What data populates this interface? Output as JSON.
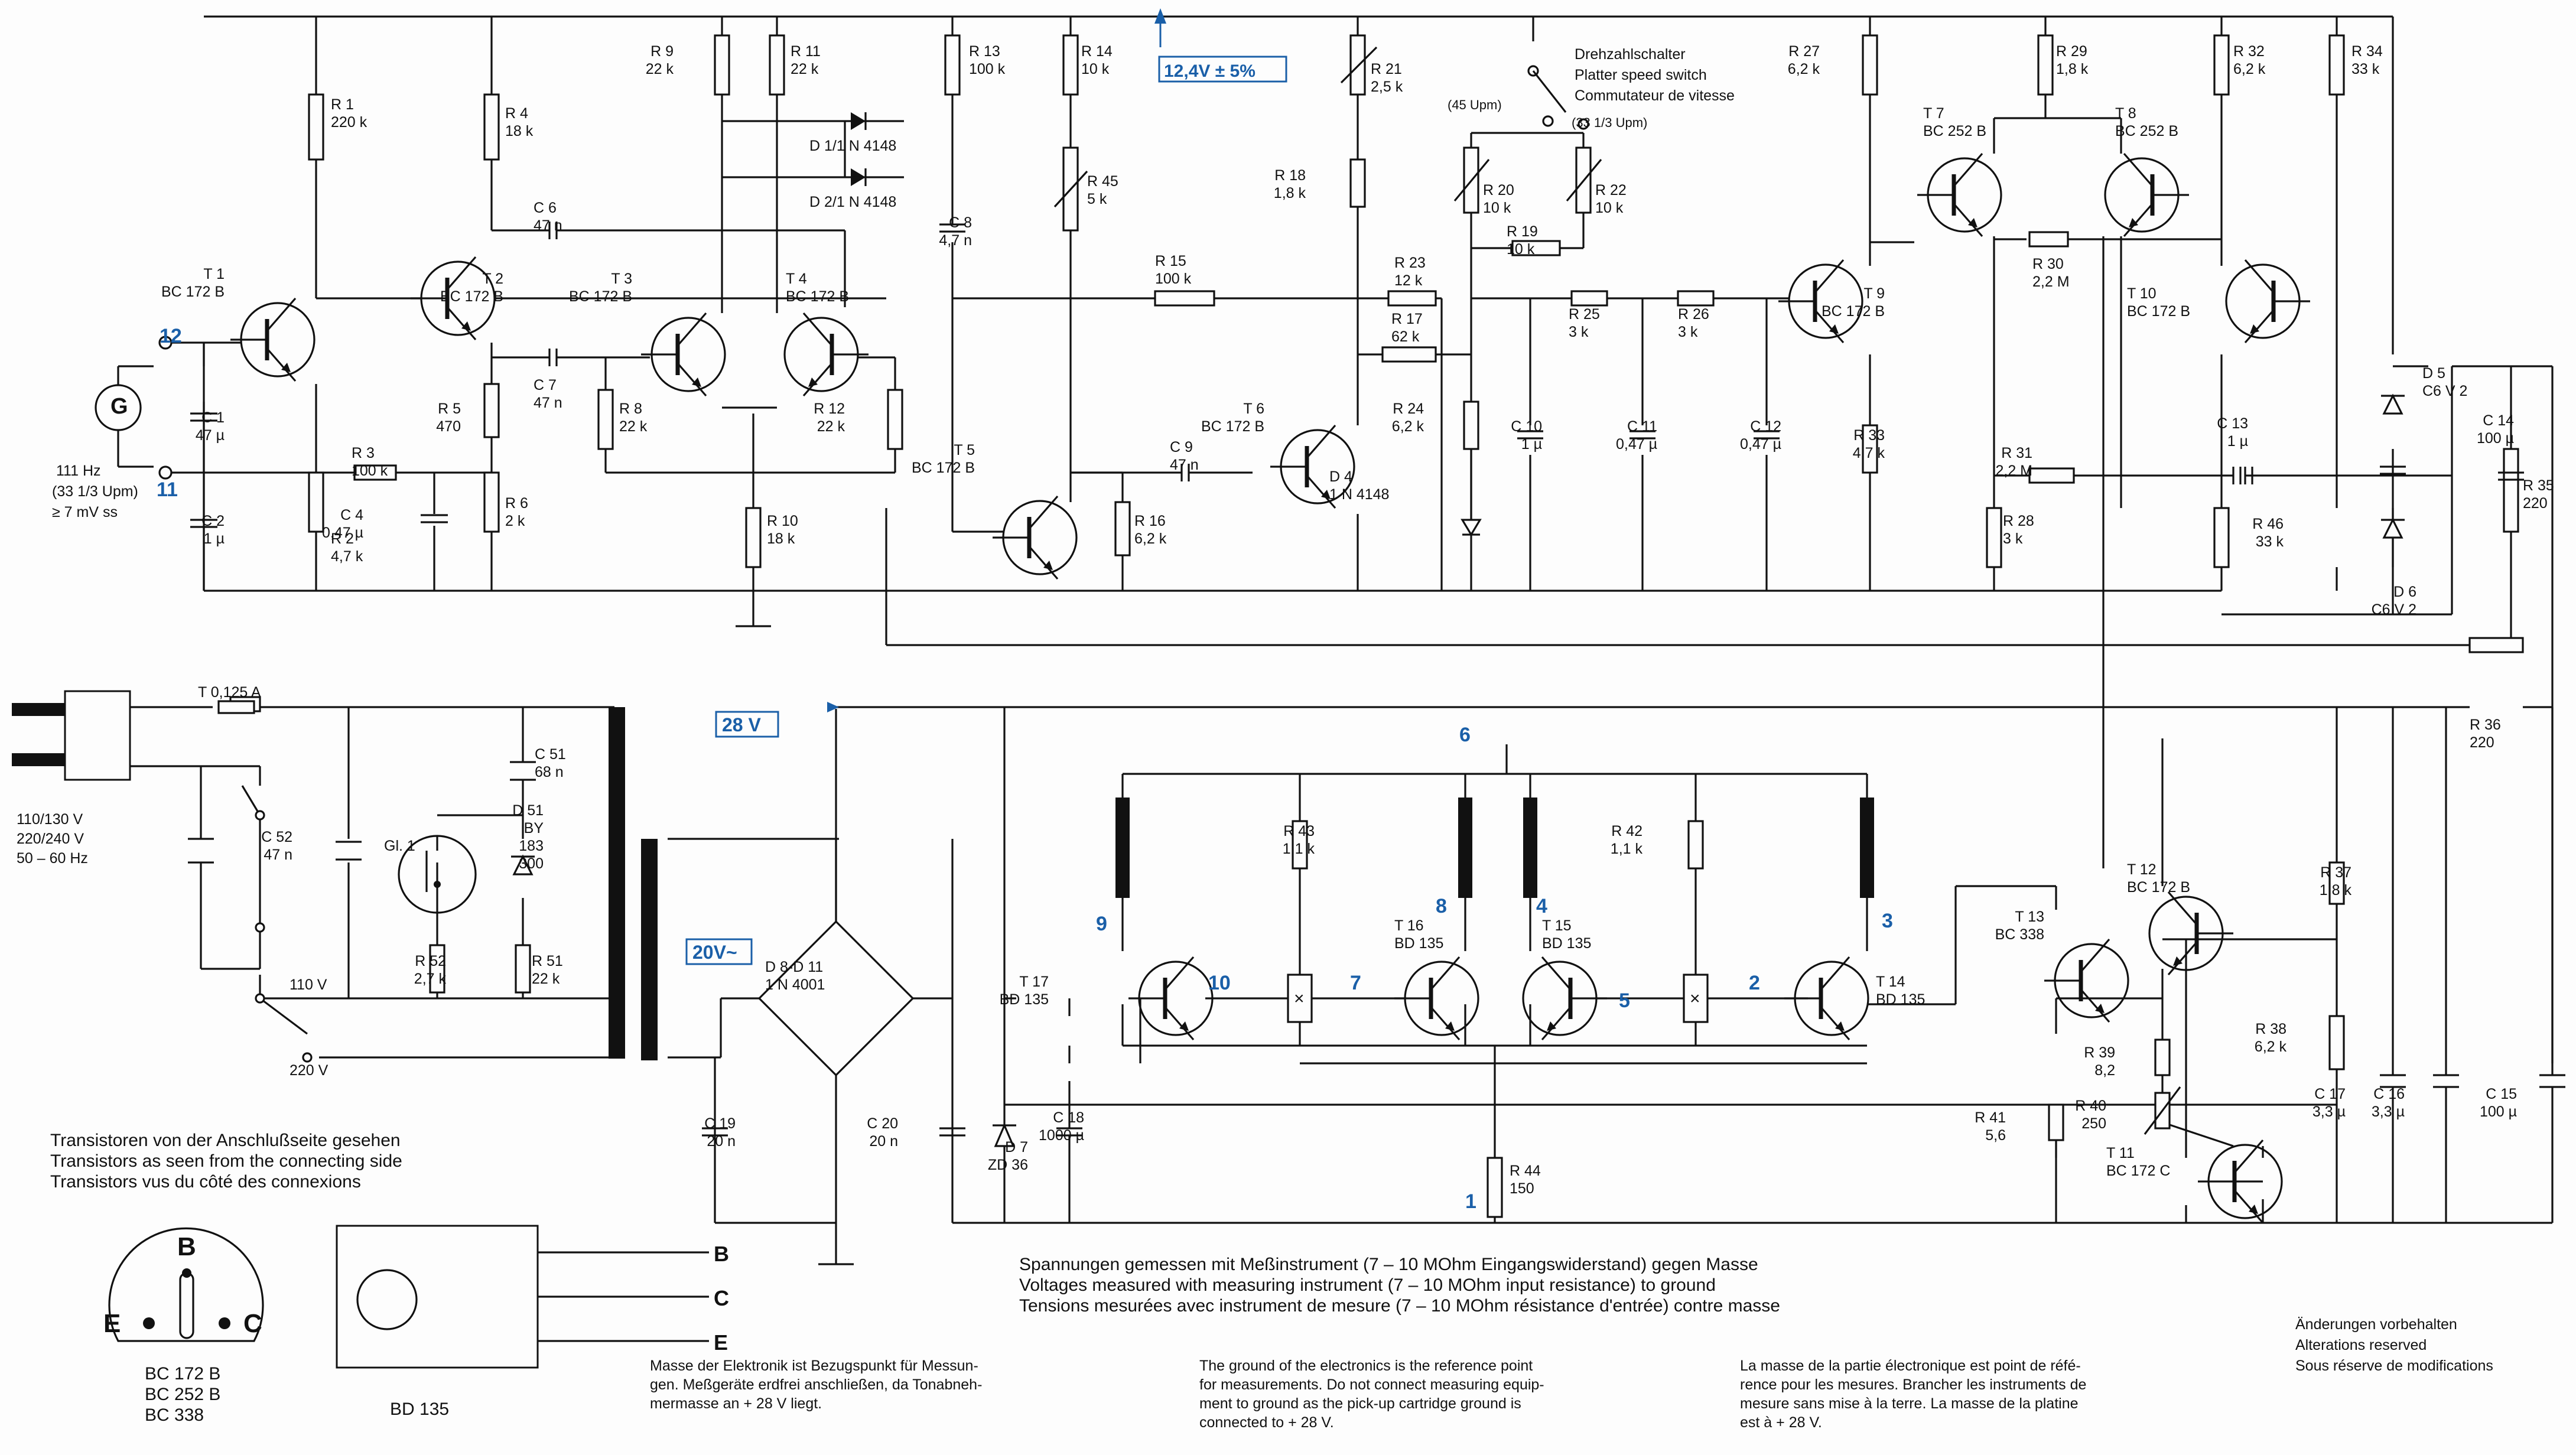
{
  "page_labels": {
    "v124": "12,4V ± 5%",
    "v28": "28 V",
    "v20": "20V~",
    "speed_switch": [
      "Drehzahlschalter",
      "Platter speed switch",
      "Commutateur de vitesse"
    ],
    "speed45": "(45 Upm)",
    "speed33": "(33 1/3 Upm)",
    "generator": [
      "111 Hz",
      "(33 1/3 Upm)",
      "≥ 7 mV ss"
    ],
    "generator_symbol": "G",
    "fuse": "T 0,125 A",
    "mains": [
      "110/130 V",
      "220/240 V",
      "50 – 60 Hz"
    ],
    "tap110": "110 V",
    "tap220": "220 V",
    "glow": "Gl. 1",
    "transistor_view": [
      "Transistoren von der Anschlußseite gesehen",
      "Transistors as seen from the connecting side",
      "Transistors vus du côté des connexions"
    ],
    "pinout_small": [
      "BC 172 B",
      "BC 252 B",
      "BC 338"
    ],
    "pinout_big": "BD 135",
    "pins": {
      "b": "B",
      "c": "C",
      "e": "E"
    },
    "voltages_note": [
      "Spannungen gemessen mit Meßinstrument (7 – 10 MOhm Eingangswiderstand) gegen Masse",
      "Voltages measured with measuring instrument (7 – 10 MOhm input resistance) to ground",
      "Tensions mesurées avec instrument de mesure (7 – 10 MOhm résistance d'entrée) contre masse"
    ],
    "ground_de": [
      "Masse der Elektronik ist Bezugspunkt für Messun-",
      "gen. Meßgeräte erdfrei anschließen, da Tonabneh-",
      "mermasse an + 28 V liegt."
    ],
    "ground_en": [
      "The ground of the electronics is the reference point",
      "for measurements. Do not connect measuring equip-",
      "ment to ground as the pick-up cartridge ground is",
      "connected to + 28 V."
    ],
    "ground_fr": [
      "La masse de la partie électronique est point de réfé-",
      "rence pour les mesures. Brancher les instruments de",
      "mesure sans mise à la terre. La masse de la platine",
      "est à + 28 V."
    ],
    "changes": [
      "Änderungen vorbehalten",
      "Alterations reserved",
      "Sous réserve de modifications"
    ]
  },
  "components": {
    "R1": [
      "R 1",
      "220 k"
    ],
    "R2": [
      "R 2",
      "4,7 k"
    ],
    "R3": [
      "R 3",
      "100 k"
    ],
    "R4": [
      "R 4",
      "18 k"
    ],
    "R5": [
      "R 5",
      "470"
    ],
    "R6": [
      "R 6",
      "2 k"
    ],
    "R8": [
      "R 8",
      "22 k"
    ],
    "R9": [
      "R 9",
      "22 k"
    ],
    "R10": [
      "R 10",
      "18 k"
    ],
    "R11": [
      "R 11",
      "22 k"
    ],
    "R12": [
      "R 12",
      "22 k"
    ],
    "R13": [
      "R 13",
      "100 k"
    ],
    "R14": [
      "R 14",
      "10 k"
    ],
    "R15": [
      "R 15",
      "100 k"
    ],
    "R16": [
      "R 16",
      "6,2 k"
    ],
    "R17": [
      "R 17",
      "62 k"
    ],
    "R18": [
      "R 18",
      "1,8 k"
    ],
    "R19": [
      "R 19",
      "10 k"
    ],
    "R20": [
      "R 20",
      "10 k"
    ],
    "R21": [
      "R 21",
      "2,5 k"
    ],
    "R22": [
      "R 22",
      "10 k"
    ],
    "R23": [
      "R 23",
      "12 k"
    ],
    "R24": [
      "R 24",
      "6,2 k"
    ],
    "R25": [
      "R 25",
      "3 k"
    ],
    "R26": [
      "R 26",
      "3 k"
    ],
    "R27": [
      "R 27",
      "6,2 k"
    ],
    "R28": [
      "R 28",
      "3 k"
    ],
    "R29": [
      "R 29",
      "1,8 k"
    ],
    "R30": [
      "R 30",
      "2,2 M"
    ],
    "R31": [
      "R 31",
      "2,2 M"
    ],
    "R32": [
      "R 32",
      "6,2 k"
    ],
    "R33": [
      "R 33",
      "4,7 k"
    ],
    "R34": [
      "R 34",
      "33 k"
    ],
    "R35": [
      "R 35",
      "220"
    ],
    "R36": [
      "R 36",
      "220"
    ],
    "R37": [
      "R 37",
      "1,8 k"
    ],
    "R38": [
      "R 38",
      "6,2 k"
    ],
    "R39": [
      "R 39",
      "8,2"
    ],
    "R40": [
      "R 40",
      "250"
    ],
    "R41": [
      "R 41",
      "5,6"
    ],
    "R42": [
      "R 42",
      "1,1 k"
    ],
    "R43": [
      "R 43",
      "1,1 k"
    ],
    "R44": [
      "R 44",
      "150"
    ],
    "R45": [
      "R 45",
      "5 k"
    ],
    "R46": [
      "R 46",
      "33 k"
    ],
    "R51": [
      "R 51",
      "22 k"
    ],
    "R52": [
      "R 52",
      "2,7 k"
    ],
    "C1": [
      "C 1",
      "47 µ"
    ],
    "C2": [
      "C 2",
      "1 µ"
    ],
    "C4": [
      "C 4",
      "0,47 µ"
    ],
    "C6": [
      "C 6",
      "47 n"
    ],
    "C7": [
      "C 7",
      "47 n"
    ],
    "C8": [
      "C 8",
      "4,7 n"
    ],
    "C9": [
      "C 9",
      "47 n"
    ],
    "C10": [
      "C 10",
      "1 µ"
    ],
    "C11": [
      "C 11",
      "0,47 µ"
    ],
    "C12": [
      "C 12",
      "0,47 µ"
    ],
    "C13": [
      "C 13",
      "1 µ"
    ],
    "C14": [
      "C 14",
      "100 µ"
    ],
    "C15": [
      "C 15",
      "100 µ"
    ],
    "C16": [
      "C 16",
      "3,3 µ"
    ],
    "C17": [
      "C 17",
      "3,3 µ"
    ],
    "C18": [
      "C 18",
      "1000 µ"
    ],
    "C19": [
      "C 19",
      "20 n"
    ],
    "C20": [
      "C 20",
      "20 n"
    ],
    "C51": [
      "C 51",
      "68 n"
    ],
    "C52": [
      "C 52",
      "47 n"
    ],
    "T1": [
      "T 1",
      "BC 172 B"
    ],
    "T2": [
      "T 2",
      "BC 172 B"
    ],
    "T3": [
      "T 3",
      "BC 172 B"
    ],
    "T4": [
      "T 4",
      "BC 172 B"
    ],
    "T5": [
      "T 5",
      "BC 172 B"
    ],
    "T6": [
      "T 6",
      "BC 172 B"
    ],
    "T7": [
      "T 7",
      "BC 252 B"
    ],
    "T8": [
      "T 8",
      "BC 252 B"
    ],
    "T9": [
      "T 9",
      "BC 172 B"
    ],
    "T10": [
      "T 10",
      "BC 172 B"
    ],
    "T11": [
      "T 11",
      "BC 172 C"
    ],
    "T12": [
      "T 12",
      "BC 172 B"
    ],
    "T13": [
      "T 13",
      "BC 338"
    ],
    "T14": [
      "T 14",
      "BD 135"
    ],
    "T15": [
      "T 15",
      "BD 135"
    ],
    "T16": [
      "T 16",
      "BD 135"
    ],
    "T17": [
      "T 17",
      "BD 135"
    ],
    "D1": [
      "D 1/1 N 4148"
    ],
    "D2": [
      "D 2/1 N 4148"
    ],
    "D4": [
      "D 4",
      "1 N 4148"
    ],
    "D5": [
      "D 5",
      "C6 V 2"
    ],
    "D6": [
      "D 6",
      "C6 V 2"
    ],
    "D7": [
      "D 7",
      "ZD 36"
    ],
    "D8": [
      "D 8-D 11",
      "1 N 4001"
    ],
    "D51": [
      "D 51",
      "BY",
      "183",
      "300"
    ]
  },
  "test_points": [
    "1",
    "2",
    "3",
    "4",
    "5",
    "6",
    "7",
    "8",
    "9",
    "10",
    "11",
    "12"
  ]
}
